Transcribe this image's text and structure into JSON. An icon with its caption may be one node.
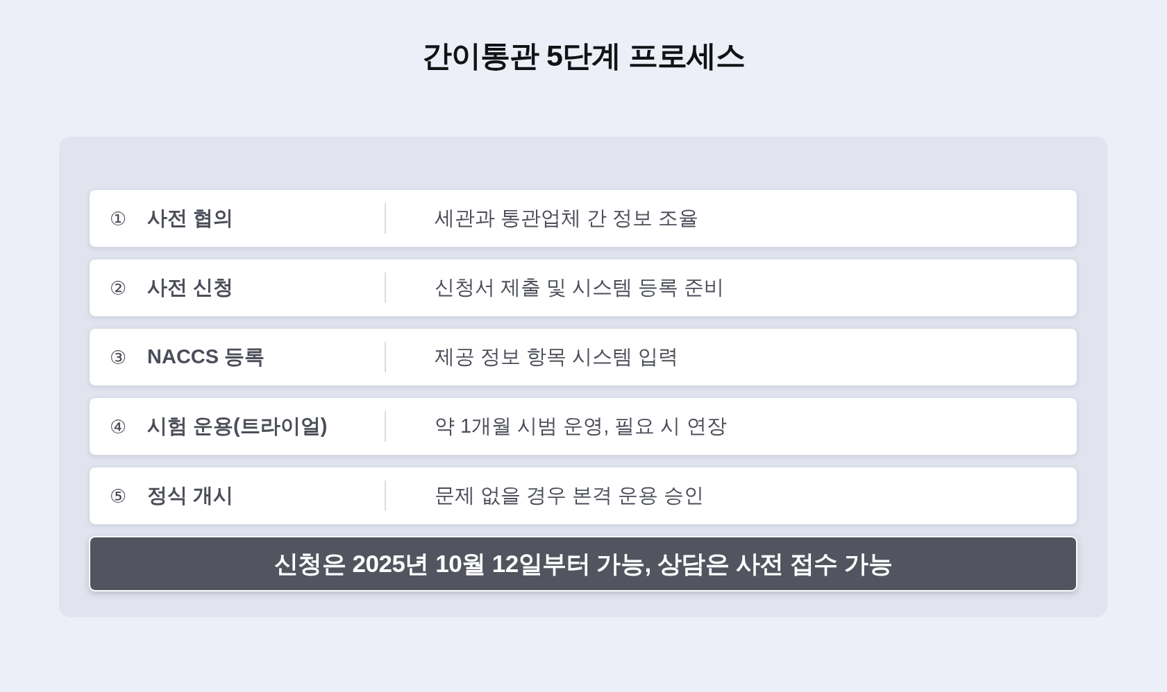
{
  "diagram": {
    "title": "간이통관 5단계 프로세스",
    "nodes": [
      {
        "text": [],
        "shape": "box"
      },
      {
        "text": [
          "①",
          "사전 협의",
          "세관과 통관업체 간 정보 조율"
        ],
        "in": 0
      },
      {
        "text": [
          "②",
          "사전 신청",
          "신청서 제출 및 시스템 등록 준비"
        ],
        "in": 0
      },
      {
        "text": [
          "③",
          "NACCS 등록",
          "제공 정보 항목 시스템 입력"
        ],
        "in": 0
      },
      {
        "text": [
          "④",
          "시험 운용(트라이얼)",
          "약 1개월 시범 운영, 필요 시 연장"
        ],
        "in": 0
      },
      {
        "text": [
          "⑤",
          "정식 개시",
          "문제 없을 경우 본격 운용 승인"
        ],
        "in": 0
      },
      {
        "text": [
          "신청은 2025년 10월 12일부터 가능, 상담은 사전 접수 가능"
        ],
        "in": 0
      }
    ],
    "edges": []
  }
}
